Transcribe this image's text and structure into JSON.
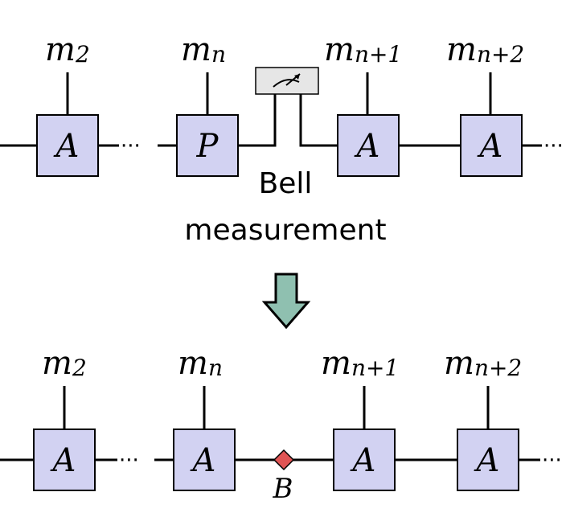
{
  "top_row": {
    "labels": {
      "m2_base": "m",
      "m2_sub": "2",
      "mn_base": "m",
      "mn_sub": "n",
      "mn1_base": "m",
      "mn1_sub": "n+1",
      "mn2_base": "m",
      "mn2_sub": "n+2"
    },
    "boxes": [
      "A",
      "P",
      "A",
      "A"
    ],
    "ellipsis": "···",
    "bell_label_line1": "Bell",
    "bell_label_line2": "measurement"
  },
  "bottom_row": {
    "labels": {
      "m2_base": "m",
      "m2_sub": "2",
      "mn_base": "m",
      "mn_sub": "n",
      "mn1_base": "m",
      "mn1_sub": "n+1",
      "mn2_base": "m",
      "mn2_sub": "n+2"
    },
    "boxes": [
      "A",
      "A",
      "A",
      "A"
    ],
    "ellipsis": "···",
    "diamond_label": "B"
  },
  "colors": {
    "tensor_fill": "#d2d2f2",
    "arrow_fill": "#8fc0b0",
    "diamond_fill": "#e05555",
    "meter_fill": "#e6e6e6"
  },
  "icons": {
    "meter": "measurement-meter-icon",
    "arrow": "down-arrow-icon"
  }
}
